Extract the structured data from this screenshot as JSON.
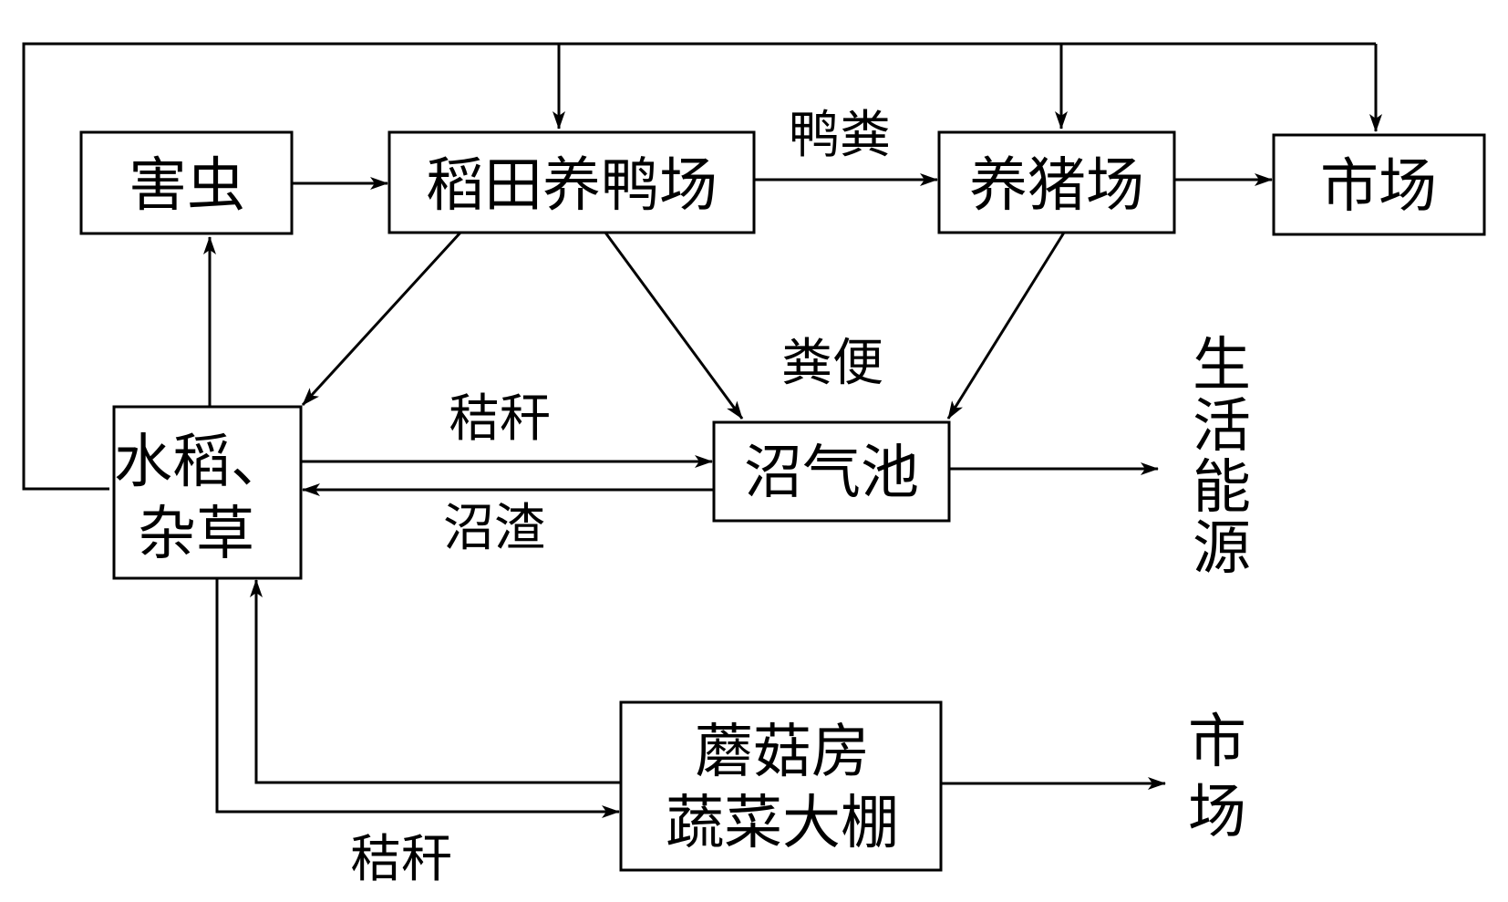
{
  "nodes": {
    "pests": "害虫",
    "rice_duck_farm": "稻田养鸭场",
    "pig_farm": "养猪场",
    "market_top": "市场",
    "rice_weeds_line1": "水稻、",
    "rice_weeds_line2": "杂草",
    "biogas_digester": "沼气池",
    "mushroom_line1": "蘑菇房",
    "mushroom_line2": "蔬菜大棚"
  },
  "edge_labels": {
    "duck_manure": "鸭粪",
    "manure": "粪便",
    "straw_top": "秸秆",
    "biogas_residue": "沼渣",
    "straw_bottom": "秸秆"
  },
  "outputs": {
    "living_energy": [
      "生",
      "活",
      "能",
      "源"
    ],
    "market_bottom": [
      "市",
      "场"
    ]
  },
  "colors": {
    "stroke": "#000000",
    "background": "#ffffff"
  }
}
